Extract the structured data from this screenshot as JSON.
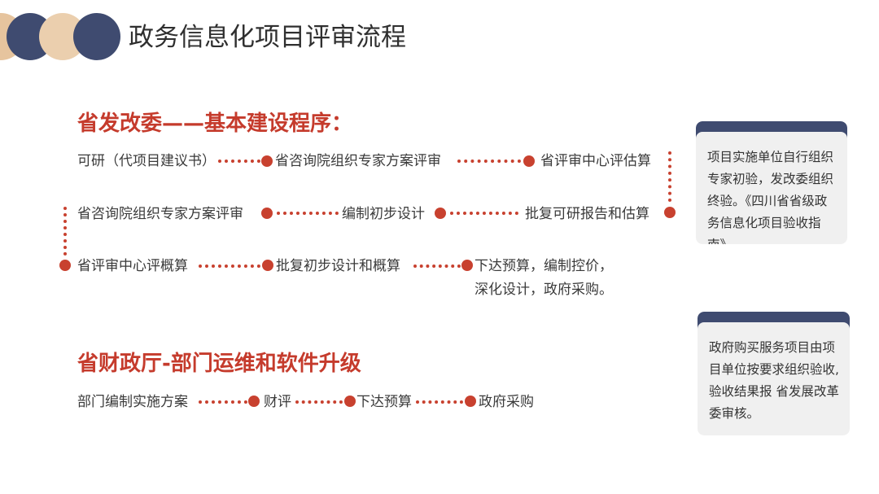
{
  "page": {
    "title": "政务信息化项目评审流程",
    "colors": {
      "accent": "#c8412f",
      "navy": "#3f4b70",
      "beige": "#e8c9a6",
      "card_bg": "#f0f0f0"
    }
  },
  "section1": {
    "title": "省发改委——基本建设程序：",
    "row1": [
      "可研（代项目建议书）",
      "省咨询院组织专家方案评审",
      "省评审中心评估算"
    ],
    "row2": [
      "省咨询院组织专家方案评审",
      "编制初步设计",
      "批复可研报告和估算"
    ],
    "row3": [
      "省评审中心评概算",
      "批复初步设计和概算",
      "下达预算，编制控价，",
      "深化设计，政府采购。"
    ]
  },
  "section2": {
    "title": "省财政厅-部门运维和软件升级",
    "row": [
      "部门编制实施方案",
      "财评",
      "下达预算",
      "政府采购"
    ]
  },
  "cards": {
    "card1": "项目实施单位自行组织专家初验，发改委组织终验。《四川省省级政务信息化项目验收指南》",
    "card2": "政府购买服务项目由项目单位按要求组织验收,验收结果报 省发展改革委审核。"
  }
}
